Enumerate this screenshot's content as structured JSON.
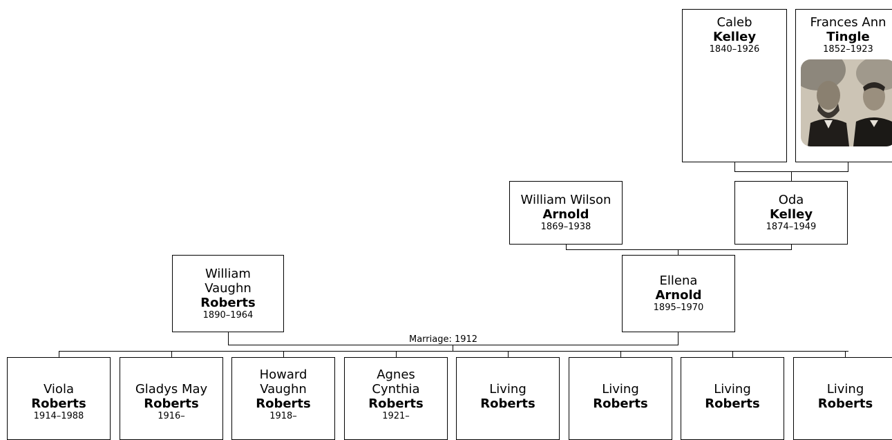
{
  "people": {
    "caleb": {
      "given": "Caleb",
      "surname": "Kelley",
      "dates": "1840–1926"
    },
    "frances": {
      "given": "Frances Ann",
      "surname": "Tingle",
      "dates": "1852–1923"
    },
    "wwarnold": {
      "given": "William Wilson",
      "surname": "Arnold",
      "dates": "1869–1938"
    },
    "oda": {
      "given": "Oda",
      "surname": "Kelley",
      "dates": "1874–1949"
    },
    "wvroberts": {
      "given": "William\nVaughn",
      "surname": "Roberts",
      "dates": "1890–1964"
    },
    "ellena": {
      "given": "Ellena",
      "surname": "Arnold",
      "dates": "1895–1970"
    }
  },
  "marriage": {
    "label": "Marriage: 1912"
  },
  "children": [
    {
      "given": "Viola",
      "surname": "Roberts",
      "dates": "1914–1988"
    },
    {
      "given": "Gladys May",
      "surname": "Roberts",
      "dates": "1916–"
    },
    {
      "given": "Howard\nVaughn",
      "surname": "Roberts",
      "dates": "1918–"
    },
    {
      "given": "Agnes\nCynthia",
      "surname": "Roberts",
      "dates": "1921–"
    },
    {
      "given": "Living",
      "surname": "Roberts",
      "dates": ""
    },
    {
      "given": "Living",
      "surname": "Roberts",
      "dates": ""
    },
    {
      "given": "Living",
      "surname": "Roberts",
      "dates": ""
    },
    {
      "given": "Living",
      "surname": "Roberts",
      "dates": ""
    }
  ]
}
